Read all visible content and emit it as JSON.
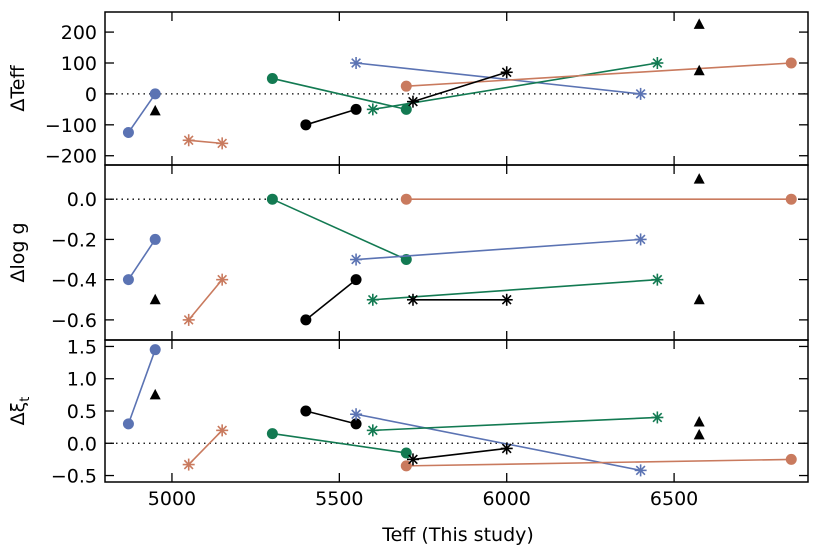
{
  "chart_data": {
    "type": "scatter",
    "xlabel": "Teff (This study)",
    "xlim": [
      4800,
      6900
    ],
    "x_ticks": [
      5000,
      5500,
      6000,
      6500
    ],
    "colors": {
      "blue": "#5b73b3",
      "green": "#137a52",
      "orange": "#c97a5e",
      "black": "#000000"
    },
    "panels": [
      {
        "id": "dteff",
        "ylabel": "ΔTeff",
        "ylim": [
          -230,
          265
        ],
        "y_ticks": [
          -200,
          -100,
          0,
          100,
          200
        ],
        "y_tick_labels": [
          "−200",
          "−100",
          "0",
          "100",
          "200"
        ],
        "zero_line": 0,
        "series": [
          {
            "color": "blue",
            "marker": "circle",
            "points": [
              [
                4870,
                -125
              ],
              [
                4950,
                0
              ]
            ]
          },
          {
            "color": "orange",
            "marker": "asterisk",
            "points": [
              [
                5050,
                -150
              ],
              [
                5150,
                -160
              ]
            ]
          },
          {
            "color": "green",
            "marker": "circle",
            "points": [
              [
                5300,
                50
              ],
              [
                5700,
                -50
              ]
            ]
          },
          {
            "color": "black",
            "marker": "circle",
            "points": [
              [
                5400,
                -100
              ],
              [
                5550,
                -50
              ]
            ]
          },
          {
            "color": "blue",
            "marker": "asterisk",
            "points": [
              [
                5550,
                100
              ],
              [
                6400,
                0
              ]
            ]
          },
          {
            "color": "green",
            "marker": "asterisk",
            "points": [
              [
                5600,
                -50
              ],
              [
                6450,
                100
              ]
            ]
          },
          {
            "color": "orange",
            "marker": "circle",
            "points": [
              [
                5700,
                25
              ],
              [
                6850,
                100
              ]
            ]
          },
          {
            "color": "black",
            "marker": "asterisk",
            "points": [
              [
                5720,
                -25
              ],
              [
                6000,
                70
              ]
            ]
          },
          {
            "color": "black",
            "marker": "triangle",
            "points": [
              [
                4950,
                -55
              ],
              [
                6575,
                225
              ],
              [
                6575,
                75
              ]
            ]
          }
        ]
      },
      {
        "id": "dlogg",
        "ylabel": "Δlog g",
        "ylim": [
          -0.7,
          0.17
        ],
        "y_ticks": [
          -0.6,
          -0.4,
          -0.2,
          0.0
        ],
        "y_tick_labels": [
          "−0.6",
          "−0.4",
          "−0.2",
          "0.0"
        ],
        "zero_line": 0,
        "series": [
          {
            "color": "blue",
            "marker": "circle",
            "points": [
              [
                4870,
                -0.4
              ],
              [
                4950,
                -0.2
              ]
            ]
          },
          {
            "color": "orange",
            "marker": "asterisk",
            "points": [
              [
                5050,
                -0.6
              ],
              [
                5150,
                -0.4
              ]
            ]
          },
          {
            "color": "green",
            "marker": "circle",
            "points": [
              [
                5300,
                0.0
              ],
              [
                5700,
                -0.3
              ]
            ]
          },
          {
            "color": "black",
            "marker": "circle",
            "points": [
              [
                5400,
                -0.6
              ],
              [
                5550,
                -0.4
              ]
            ]
          },
          {
            "color": "blue",
            "marker": "asterisk",
            "points": [
              [
                5550,
                -0.3
              ],
              [
                6400,
                -0.2
              ]
            ]
          },
          {
            "color": "green",
            "marker": "asterisk",
            "points": [
              [
                5600,
                -0.5
              ],
              [
                6450,
                -0.4
              ]
            ]
          },
          {
            "color": "orange",
            "marker": "circle",
            "points": [
              [
                5700,
                0.0
              ],
              [
                6850,
                0.0
              ]
            ]
          },
          {
            "color": "black",
            "marker": "asterisk",
            "points": [
              [
                5720,
                -0.5
              ],
              [
                6000,
                -0.5
              ]
            ]
          },
          {
            "color": "black",
            "marker": "triangle",
            "points": [
              [
                4950,
                -0.5
              ],
              [
                6575,
                0.1
              ],
              [
                6575,
                -0.5
              ]
            ]
          }
        ]
      },
      {
        "id": "dxi",
        "ylabel": "Δξt",
        "ylim": [
          -0.6,
          1.6
        ],
        "y_ticks": [
          -0.5,
          0.0,
          0.5,
          1.0,
          1.5
        ],
        "y_tick_labels": [
          "−0.5",
          "0.0",
          "0.5",
          "1.0",
          "1.5"
        ],
        "zero_line": 0,
        "series": [
          {
            "color": "blue",
            "marker": "circle",
            "points": [
              [
                4870,
                0.3
              ],
              [
                4950,
                1.45
              ]
            ]
          },
          {
            "color": "orange",
            "marker": "asterisk",
            "points": [
              [
                5050,
                -0.33
              ],
              [
                5150,
                0.2
              ]
            ]
          },
          {
            "color": "green",
            "marker": "circle",
            "points": [
              [
                5300,
                0.15
              ],
              [
                5700,
                -0.15
              ]
            ]
          },
          {
            "color": "black",
            "marker": "circle",
            "points": [
              [
                5400,
                0.5
              ],
              [
                5550,
                0.3
              ]
            ]
          },
          {
            "color": "blue",
            "marker": "asterisk",
            "points": [
              [
                5550,
                0.45
              ],
              [
                6400,
                -0.42
              ]
            ]
          },
          {
            "color": "green",
            "marker": "asterisk",
            "points": [
              [
                5600,
                0.2
              ],
              [
                6450,
                0.4
              ]
            ]
          },
          {
            "color": "orange",
            "marker": "circle",
            "points": [
              [
                5700,
                -0.35
              ],
              [
                6850,
                -0.25
              ]
            ]
          },
          {
            "color": "black",
            "marker": "asterisk",
            "points": [
              [
                5720,
                -0.25
              ],
              [
                6000,
                -0.08
              ]
            ]
          },
          {
            "color": "black",
            "marker": "triangle",
            "points": [
              [
                4950,
                0.75
              ],
              [
                6575,
                0.33
              ],
              [
                6575,
                0.13
              ]
            ]
          }
        ]
      }
    ]
  }
}
